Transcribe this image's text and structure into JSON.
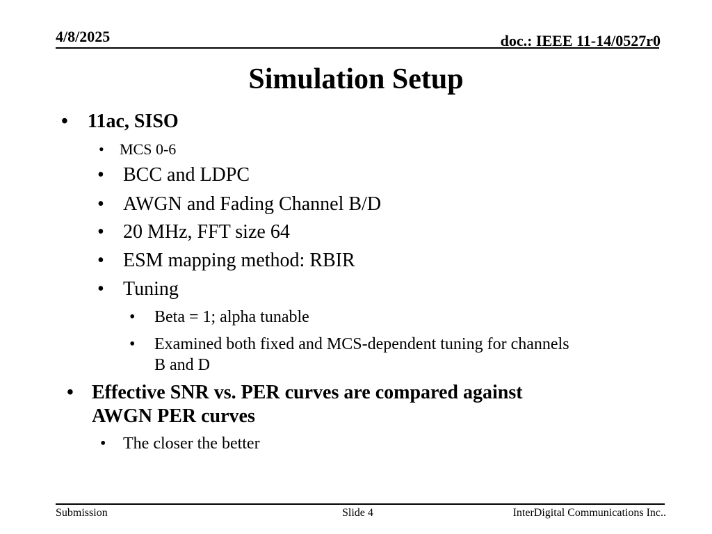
{
  "header": {
    "date": "4/8/2025",
    "doc_id": "doc.: IEEE 11-14/0527r0"
  },
  "slide": {
    "title": "Simulation Setup",
    "bullets": [
      {
        "text": "11ac, SISO"
      },
      {
        "text": "MCS 0-6"
      },
      {
        "text": "BCC and LDPC"
      },
      {
        "text": "AWGN and Fading Channel B/D"
      },
      {
        "text": "20 MHz, FFT size 64"
      },
      {
        "text": "ESM mapping method: RBIR"
      },
      {
        "text": "Tuning"
      },
      {
        "text": "Beta = 1; alpha tunable"
      },
      {
        "text": "Examined both fixed and MCS-dependent tuning for channels",
        "text_cont": "B and D"
      },
      {
        "text": "Effective SNR vs. PER curves are compared against",
        "text_cont": "AWGN PER curves"
      },
      {
        "text": "The closer the better"
      }
    ],
    "bullet_glyph": "•"
  },
  "footer": {
    "left": "Submission",
    "center": "Slide 4",
    "right": "InterDigital Communications Inc.."
  }
}
